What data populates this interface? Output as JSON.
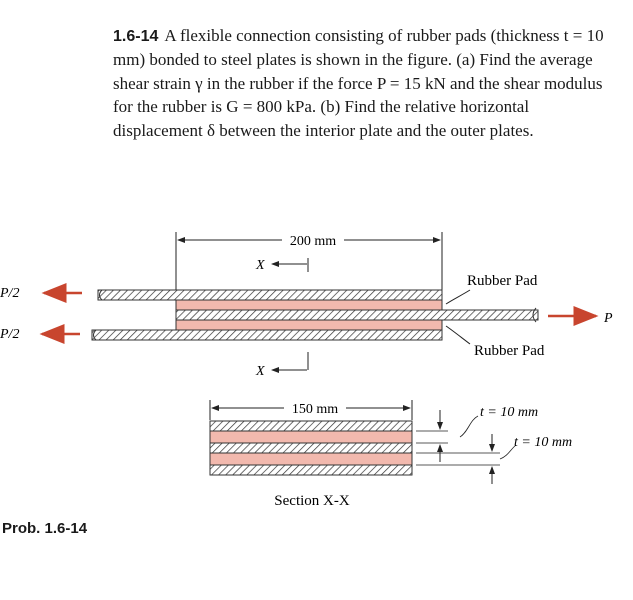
{
  "problem": {
    "number": "1.6-14",
    "text": "A flexible connection consisting of rubber pads (thickness t = 10 mm) bonded to steel plates is shown in the figure. (a) Find the average shear strain γ in the rubber if the force P = 15 kN and the shear modulus for the rubber is G = 800 kPa. (b) Find the relative horizontal displacement δ between the interior plate and the outer plates."
  },
  "figure": {
    "dim_length": "200 mm",
    "dim_width": "150 mm",
    "load_half_top": "P/2",
    "load_half_bottom": "P/2",
    "load_right": "P",
    "rubber_pad_top": "Rubber Pad",
    "rubber_pad_bottom": "Rubber Pad",
    "section_mark_top": "X",
    "section_mark_bottom": "X",
    "thickness_top": "t = 10 mm",
    "thickness_bottom": "t = 10 mm",
    "section_caption": "Section X-X"
  },
  "colors": {
    "rubber": "#f2b9ae",
    "arrow": "#c8452e",
    "steel_hatch": "#333333"
  },
  "footer": {
    "prob_label": "Prob. 1.6-14"
  }
}
